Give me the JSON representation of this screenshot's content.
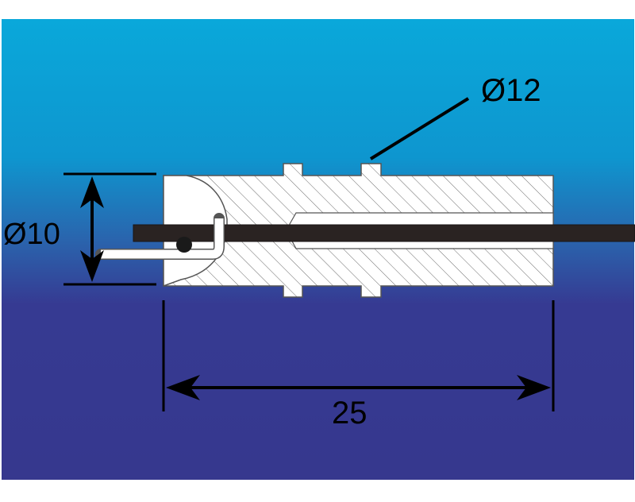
{
  "diagram": {
    "labels": {
      "outer_diameter": "Ø12",
      "inner_diameter": "Ø10",
      "length": "25"
    },
    "colors": {
      "background_top": "#0aa6d8",
      "background_bottom": "#363a90",
      "body_fill": "#ffffff",
      "hatch": "#6a6a6a",
      "outline": "#555555",
      "wire": "#2a2322",
      "dimension_line": "#000000"
    }
  }
}
